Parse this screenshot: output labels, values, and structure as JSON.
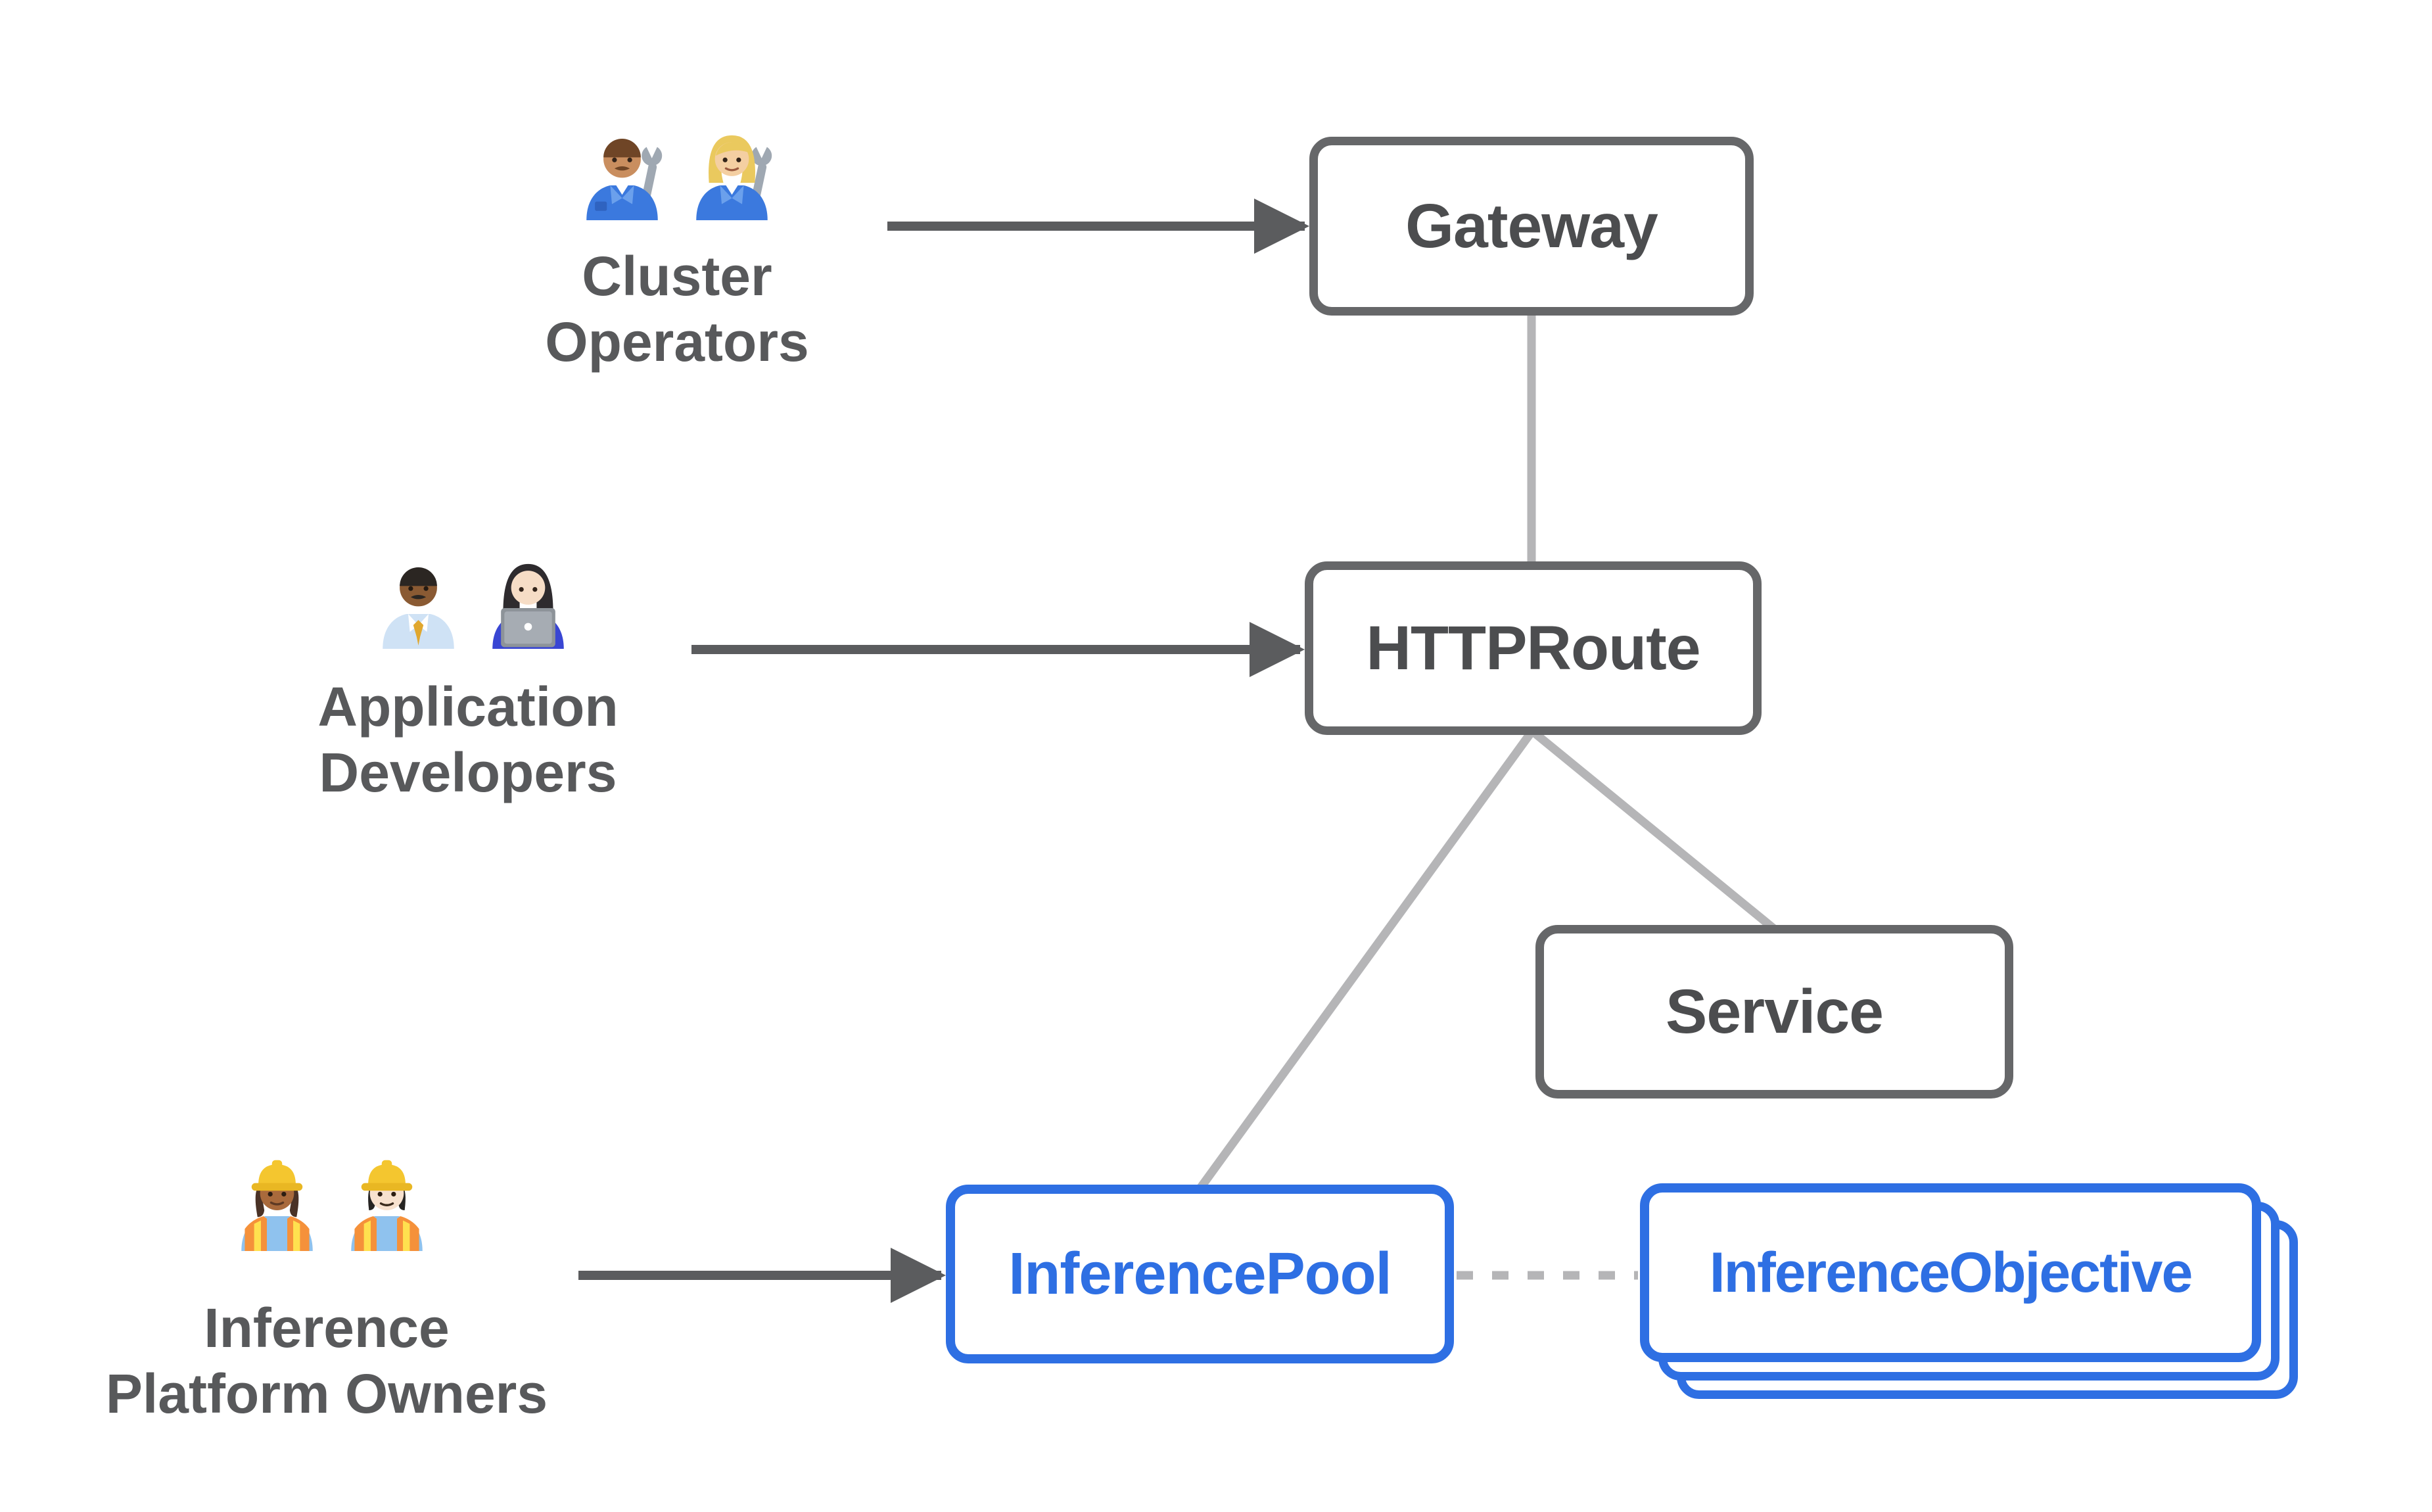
{
  "colors": {
    "accent": "#2e6fe3",
    "node-border": "#666769",
    "node-text": "#4c4d4f",
    "label-text": "#58595b",
    "connector": "#b5b5b7",
    "arrow": "#5b5c5e"
  },
  "actors": [
    {
      "name": "Cluster Operators",
      "label_lines": [
        "Cluster",
        "Operators"
      ],
      "icons": [
        "man-mechanic-emoji",
        "woman-mechanic-emoji"
      ]
    },
    {
      "name": "Application Developers",
      "label_lines": [
        "Application",
        "Developers"
      ],
      "icons": [
        "man-office-worker-emoji",
        "woman-technologist-emoji"
      ]
    },
    {
      "name": "Inference Platform Owners",
      "label_lines": [
        "Inference",
        "Platform Owners"
      ],
      "icons": [
        "woman-construction-worker-emoji",
        "man-construction-worker-emoji"
      ]
    }
  ],
  "nodes": [
    {
      "id": "gateway",
      "label": "Gateway",
      "variant": "gray"
    },
    {
      "id": "httproute",
      "label": "HTTPRoute",
      "variant": "gray"
    },
    {
      "id": "service",
      "label": "Service",
      "variant": "gray"
    },
    {
      "id": "inference-pool",
      "label": "InferencePool",
      "variant": "blue"
    },
    {
      "id": "inference-objective",
      "label": "InferenceObjective",
      "variant": "blue",
      "stacked_copies": 3
    }
  ],
  "edges": [
    {
      "from": "Cluster Operators",
      "to": "Gateway",
      "style": "solid-arrow"
    },
    {
      "from": "Application Developers",
      "to": "HTTPRoute",
      "style": "solid-arrow"
    },
    {
      "from": "Inference Platform Owners",
      "to": "InferencePool",
      "style": "solid-arrow"
    },
    {
      "from": "Gateway",
      "to": "HTTPRoute",
      "style": "plain-line"
    },
    {
      "from": "HTTPRoute",
      "to": "InferencePool",
      "style": "plain-line"
    },
    {
      "from": "HTTPRoute",
      "to": "Service",
      "style": "plain-line"
    },
    {
      "from": "InferencePool",
      "to": "InferenceObjective",
      "style": "dotted-line"
    }
  ]
}
